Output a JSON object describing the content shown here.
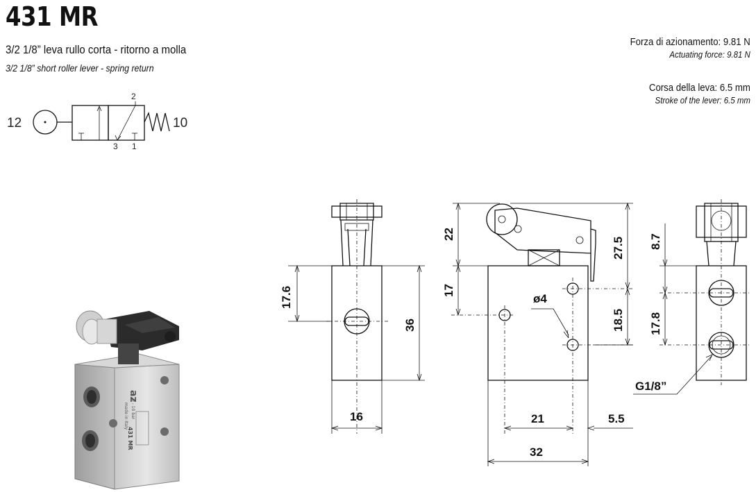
{
  "header": {
    "title": "431 MR",
    "subtitle_it": "3/2 1/8” leva rullo corta - ritorno a molla",
    "subtitle_en": "3/2 1/8” short roller lever - spring return"
  },
  "specs": [
    {
      "it": "Forza di azionamento: 9.81 N",
      "en": "Actuating force: 9.81 N"
    },
    {
      "it": "Corsa della leva: 6.5 mm",
      "en": "Stroke of the lever: 6.5 mm"
    }
  ],
  "symbol": {
    "port_left": "12",
    "port_right": "10",
    "port_top": "2",
    "port_bottom_left": "3",
    "port_bottom_right": "1"
  },
  "product_photo": {
    "brand": "az",
    "made_in": "made in Italy",
    "pressure": "0 - 10 bar",
    "model": "431 MR"
  },
  "dimensions": {
    "front_height_upper": "17.6",
    "front_height": "36",
    "front_width": "16",
    "side_lever_height": "22",
    "side_body_upper": "17",
    "hole_diameter": "ø4",
    "side_total_height": "27.5",
    "side_port_spacing": "18.5",
    "side_width_holes": "21",
    "side_offset": "5.5",
    "side_width": "32",
    "rear_top": "8.7",
    "rear_spacing": "17.8",
    "thread": "G1/8”"
  }
}
